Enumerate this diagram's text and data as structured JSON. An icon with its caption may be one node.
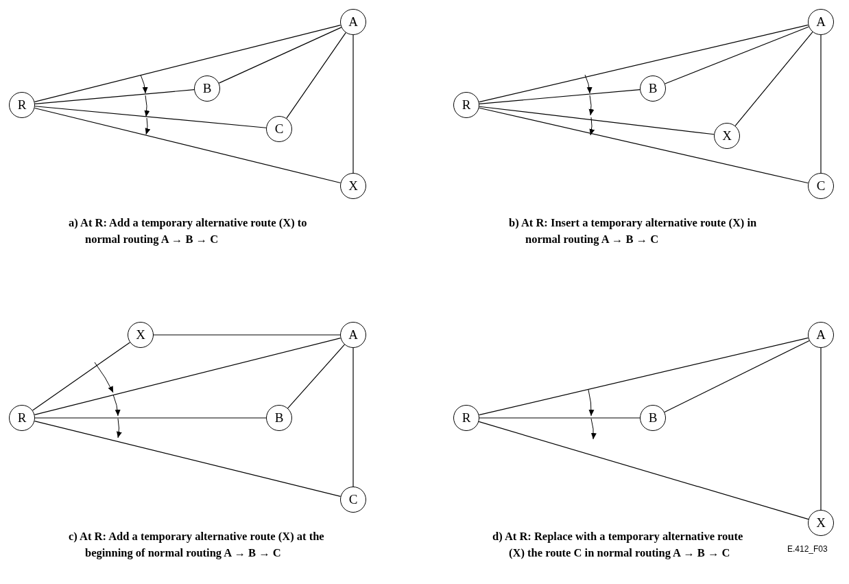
{
  "diagram": {
    "nodes": [
      {
        "text": [
          "R"
        ]
      },
      {
        "text": [
          "A"
        ]
      },
      {
        "text": [
          "B"
        ]
      },
      {
        "text": [
          "C"
        ]
      },
      {
        "text": [
          "X"
        ]
      },
      {
        "text": [
          "R"
        ]
      },
      {
        "text": [
          "A"
        ]
      },
      {
        "text": [
          "B"
        ]
      },
      {
        "text": [
          "X"
        ]
      },
      {
        "text": [
          "C"
        ]
      },
      {
        "text": [
          "X"
        ]
      },
      {
        "text": [
          "A"
        ]
      },
      {
        "text": [
          "R"
        ]
      },
      {
        "text": [
          "B"
        ]
      },
      {
        "text": [
          "C"
        ]
      },
      {
        "text": [
          "A"
        ]
      },
      {
        "text": [
          "R"
        ]
      },
      {
        "text": [
          "B"
        ]
      },
      {
        "text": [
          "X"
        ]
      }
    ],
    "edges": [
      {
        "from": 0,
        "to": 1,
        "arrow": "none"
      },
      {
        "from": 0,
        "to": 2,
        "arrow": "none"
      },
      {
        "from": 0,
        "to": 3,
        "arrow": "none"
      },
      {
        "from": 0,
        "to": 4,
        "arrow": "none"
      },
      {
        "from": 1,
        "to": 2,
        "arrow": "none"
      },
      {
        "from": 1,
        "to": 3,
        "arrow": "none"
      },
      {
        "from": 1,
        "to": 4,
        "arrow": "none"
      },
      {
        "from": 5,
        "to": 6,
        "arrow": "none"
      },
      {
        "from": 5,
        "to": 7,
        "arrow": "none"
      },
      {
        "from": 5,
        "to": 8,
        "arrow": "none"
      },
      {
        "from": 5,
        "to": 9,
        "arrow": "none"
      },
      {
        "from": 6,
        "to": 7,
        "arrow": "none"
      },
      {
        "from": 6,
        "to": 8,
        "arrow": "none"
      },
      {
        "from": 6,
        "to": 9,
        "arrow": "none"
      },
      {
        "from": 12,
        "to": 10,
        "arrow": "none"
      },
      {
        "from": 12,
        "to": 11,
        "arrow": "none"
      },
      {
        "from": 12,
        "to": 13,
        "arrow": "none"
      },
      {
        "from": 12,
        "to": 14,
        "arrow": "none"
      },
      {
        "from": 10,
        "to": 11,
        "arrow": "none"
      },
      {
        "from": 11,
        "to": 13,
        "arrow": "none"
      },
      {
        "from": 11,
        "to": 14,
        "arrow": "none"
      },
      {
        "from": 16,
        "to": 15,
        "arrow": "none"
      },
      {
        "from": 16,
        "to": 17,
        "arrow": "none"
      },
      {
        "from": 16,
        "to": 18,
        "arrow": "none"
      },
      {
        "from": 15,
        "to": 17,
        "arrow": "none"
      },
      {
        "from": 15,
        "to": 18,
        "arrow": "none"
      }
    ],
    "labels": [
      "a) At R: Add a temporary alternative route (X) to normal routing A → B → C",
      "b) At R: Insert a temporary alternative route (X) in normal routing A → B → C",
      "E.412_F03",
      "c) At R: Add a temporary alternative route (X) at the beginning of normal routing A → B → C",
      "d) At R: Replace with a temporary alternative route (X) the route C in normal routing A → B → C"
    ]
  }
}
